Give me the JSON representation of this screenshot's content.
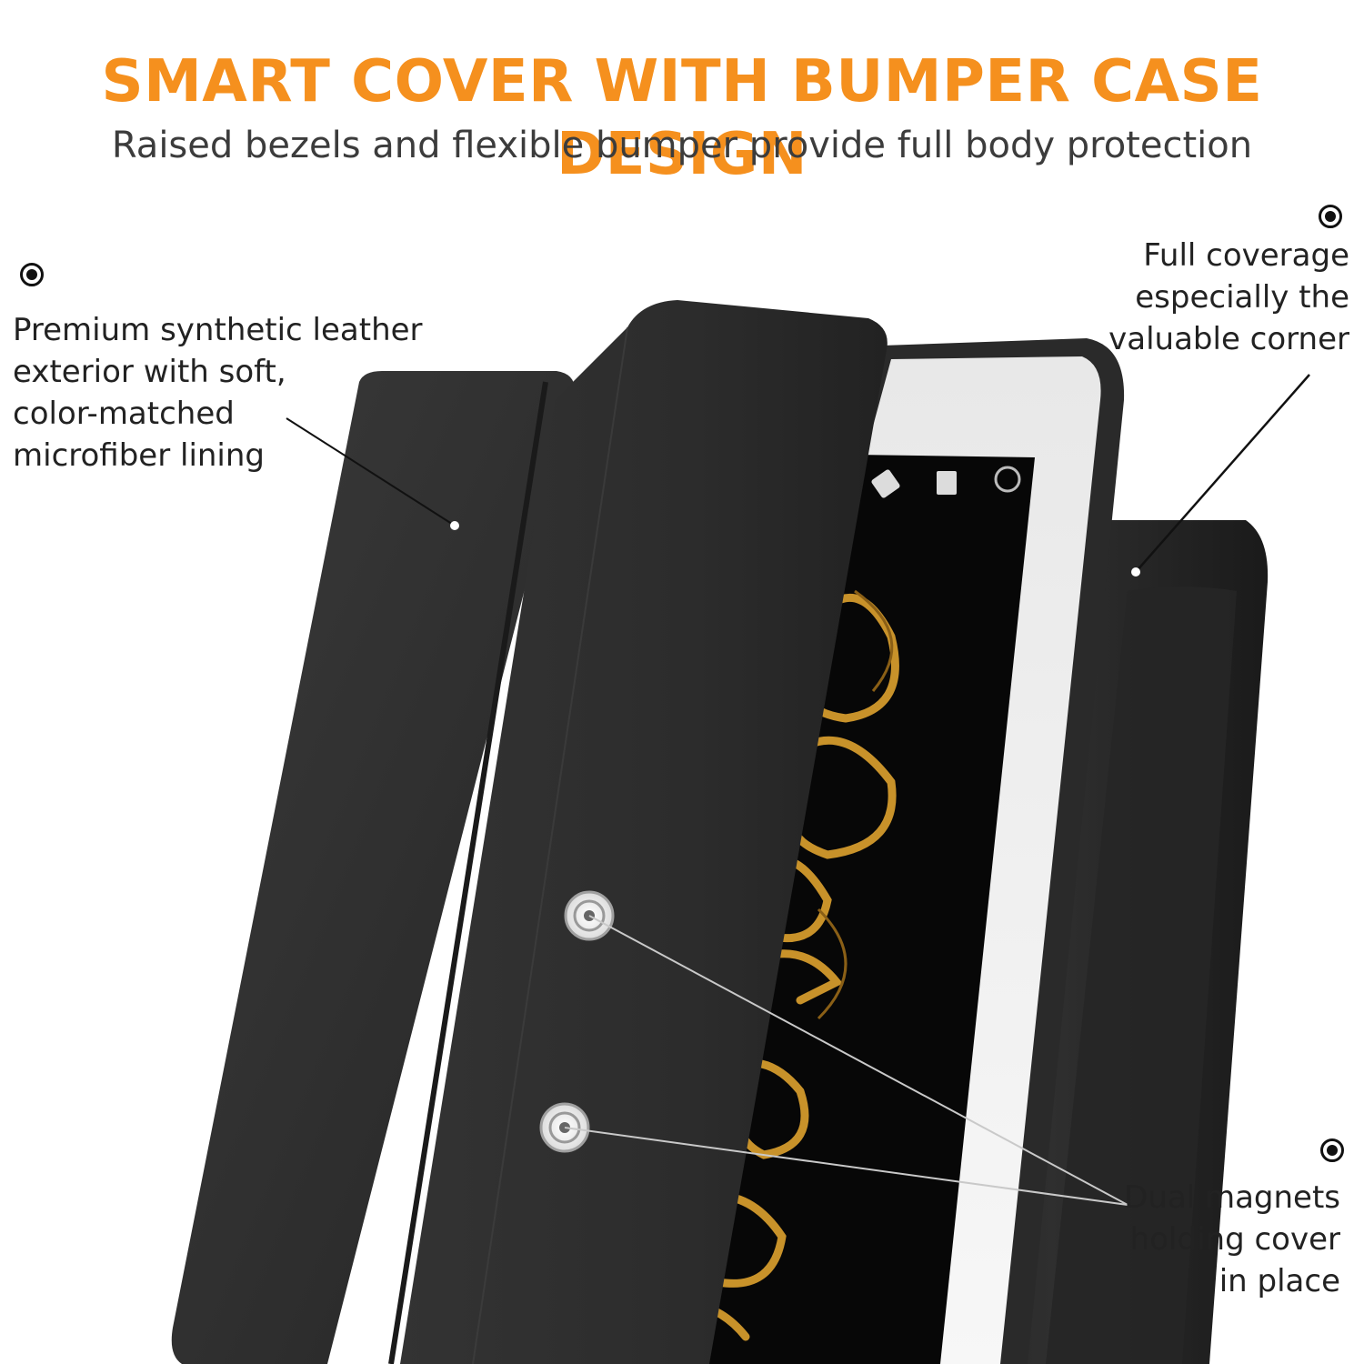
{
  "header": {
    "title": "SMART COVER WITH BUMPER CASE DESIGN",
    "subtitle": "Raised bezels and flexible bumper provide full body protection"
  },
  "callouts": {
    "leather": {
      "lines": [
        "Premium synthetic leather",
        "exterior with soft,",
        "color-matched",
        "microfiber lining"
      ],
      "icon": "bullet-ring-icon"
    },
    "coverage": {
      "lines": [
        "Full coverage",
        "especially the",
        "valuable corner"
      ],
      "icon": "bullet-ring-icon"
    },
    "magnets": {
      "lines": [
        "Dual magnets",
        "holding cover",
        "in place"
      ],
      "icon": "bullet-ring-icon"
    }
  },
  "colors": {
    "accent": "#f5901e",
    "case": "#2b2b2b",
    "screen_gold": "#c8922a"
  },
  "product_image": {
    "description_icon": "tablet-case-image"
  }
}
